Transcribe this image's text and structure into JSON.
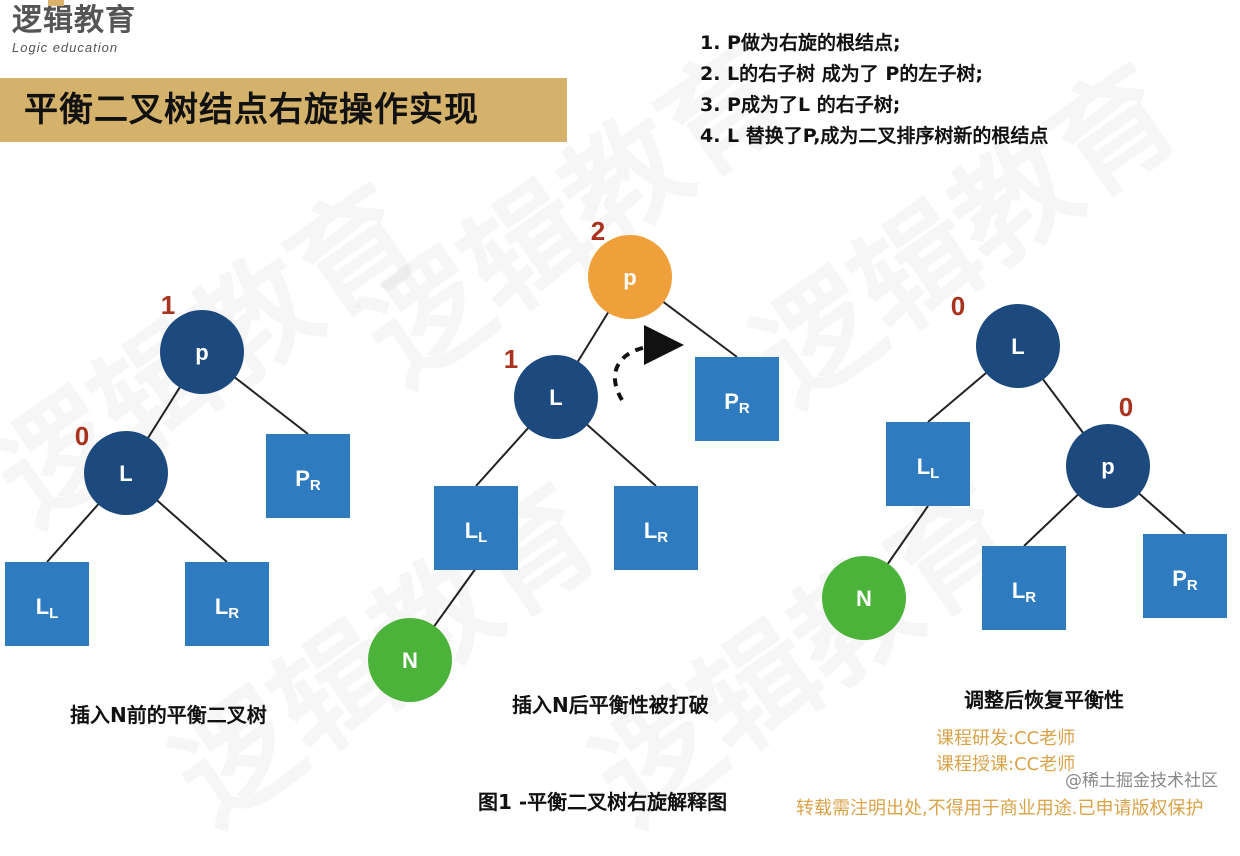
{
  "logo": {
    "cn": "逻辑教育",
    "en": "Logic education"
  },
  "title": "平衡二叉树结点右旋操作实现",
  "steps": [
    "1. P做为右旋的根结点;",
    "2. L的右子树 成为了 P的左子树;",
    "3. P成为了L 的右子树;",
    "4. L 替换了P,成为二叉排序树新的根结点"
  ],
  "diagrams": {
    "before": {
      "caption": "插入N前的平衡二叉树",
      "p": {
        "label": "p",
        "bf": "1"
      },
      "L": {
        "label": "L",
        "bf": "0"
      },
      "PR": {
        "main": "P",
        "sub": "R"
      },
      "LL": {
        "main": "L",
        "sub": "L"
      },
      "LR": {
        "main": "L",
        "sub": "R"
      }
    },
    "broken": {
      "caption": "插入N后平衡性被打破",
      "p": {
        "label": "p",
        "bf": "2"
      },
      "L": {
        "label": "L",
        "bf": "1"
      },
      "PR": {
        "main": "P",
        "sub": "R"
      },
      "LL": {
        "main": "L",
        "sub": "L"
      },
      "LR": {
        "main": "L",
        "sub": "R"
      },
      "N": {
        "label": "N"
      }
    },
    "after": {
      "caption": "调整后恢复平衡性",
      "L": {
        "label": "L",
        "bf": "0"
      },
      "p": {
        "label": "p",
        "bf": "0"
      },
      "LL": {
        "main": "L",
        "sub": "L"
      },
      "LR": {
        "main": "L",
        "sub": "R"
      },
      "PR": {
        "main": "P",
        "sub": "R"
      },
      "N": {
        "label": "N"
      }
    }
  },
  "figure_caption": "图1 -平衡二叉树右旋解释图",
  "credits": [
    "课程研发:CC老师",
    "课程授课:CC老师"
  ],
  "source": "@稀土掘金技术社区",
  "notice": "转载需注明出处,不得用于商业用途.已申请版权保护",
  "watermark": "逻辑教育",
  "colors": {
    "dark_node": "#1d4a7e",
    "square_node": "#2f7bbf",
    "orange_node": "#f0a03a",
    "green_node": "#4cb33a",
    "balance_factor": "#a8321e",
    "title_bar": "#d5b26b"
  }
}
